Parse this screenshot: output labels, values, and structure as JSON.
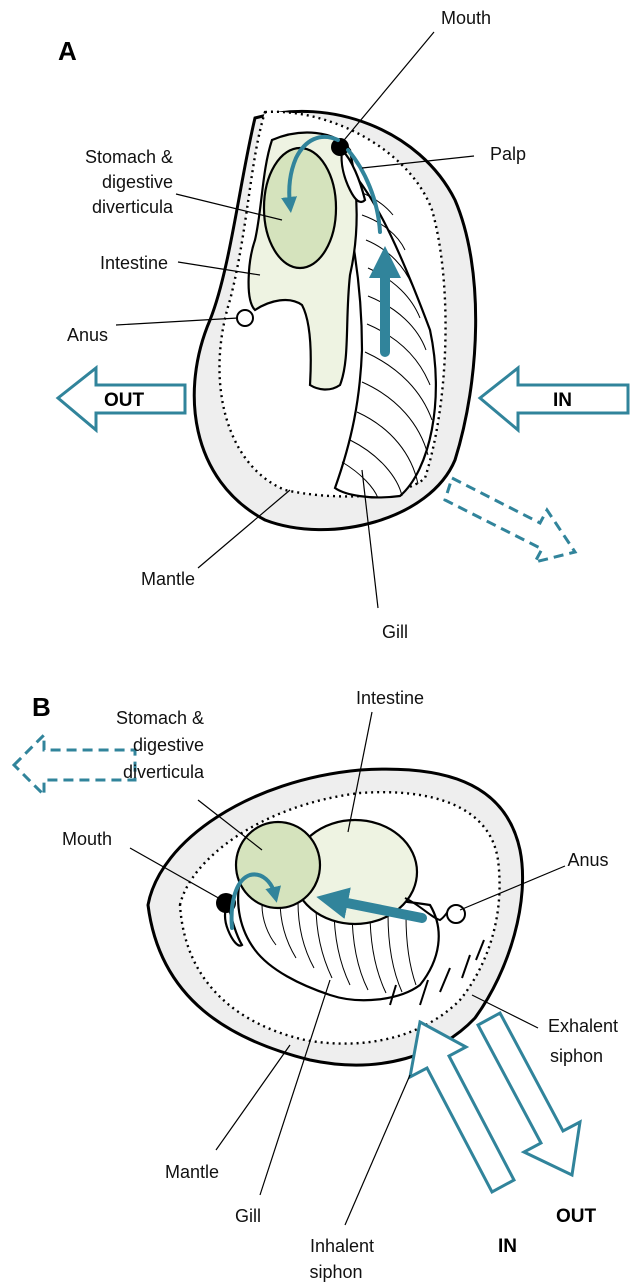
{
  "panel_a": {
    "letter": "A",
    "labels": {
      "mouth": "Mouth",
      "palp": "Palp",
      "stomach_line1": "Stomach &",
      "stomach_line2": "digestive",
      "stomach_line3": "diverticula",
      "intestine": "Intestine",
      "anus": "Anus",
      "mantle": "Mantle",
      "gill": "Gill"
    },
    "arrows": {
      "out": "OUT",
      "in": "IN"
    }
  },
  "panel_b": {
    "letter": "B",
    "labels": {
      "intestine": "Intestine",
      "stomach_line1": "Stomach &",
      "stomach_line2": "digestive",
      "stomach_line3": "diverticula",
      "mouth": "Mouth",
      "anus": "Anus",
      "exhalent_line1": "Exhalent",
      "exhalent_line2": "siphon",
      "mantle": "Mantle",
      "gill": "Gill",
      "inhalent_line1": "Inhalent",
      "inhalent_line2": "siphon"
    },
    "arrows": {
      "out": "OUT",
      "in": "IN"
    }
  },
  "colors": {
    "flow": "#31849b",
    "shell_fill": "#eeeeee",
    "stomach_fill": "#d5e3bd",
    "intestine_fill": "#eef3e2"
  }
}
